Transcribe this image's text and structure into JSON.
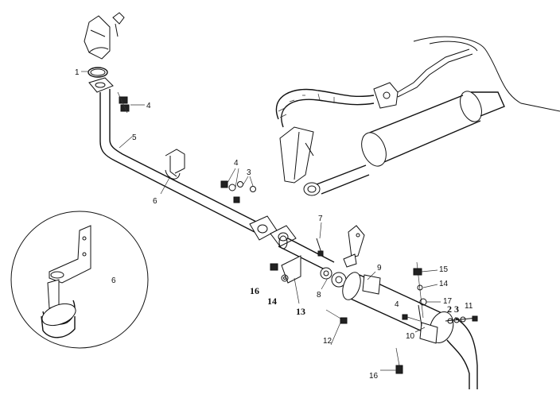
{
  "callouts": {
    "c1": "1",
    "c4_top": "4",
    "c5": "5",
    "c6_main": "6",
    "c4_mid": "4",
    "c3_mid": "3",
    "c7": "7",
    "c9": "9",
    "c15": "15",
    "c14_right": "14",
    "c17": "17",
    "c2": "2",
    "c3_right": "3",
    "c11": "11",
    "c4_right": "4",
    "c8": "8",
    "c16_left": "16",
    "c14_left": "14",
    "c13": "13",
    "c12": "12",
    "c10": "10",
    "c16_bottom": "16",
    "c6_detail": "6"
  }
}
